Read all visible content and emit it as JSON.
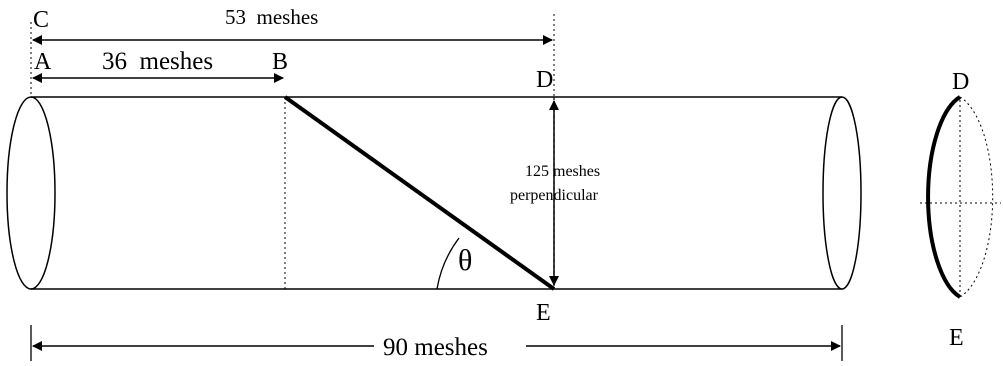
{
  "labels": {
    "point_c": "C",
    "point_a": "A",
    "point_b": "B",
    "point_d_main": "D",
    "point_e_main": "E",
    "point_d_end": "D",
    "point_e_end": "E",
    "angle": "θ"
  },
  "dimensions": {
    "c_to_d": "53  meshes",
    "a_to_b": "36  meshes",
    "d_to_e_line1": "125 meshes",
    "d_to_e_line2": "perpendicular",
    "total_length": "90 meshes"
  },
  "colors": {
    "stroke": "#000000",
    "background": "#ffffff"
  }
}
